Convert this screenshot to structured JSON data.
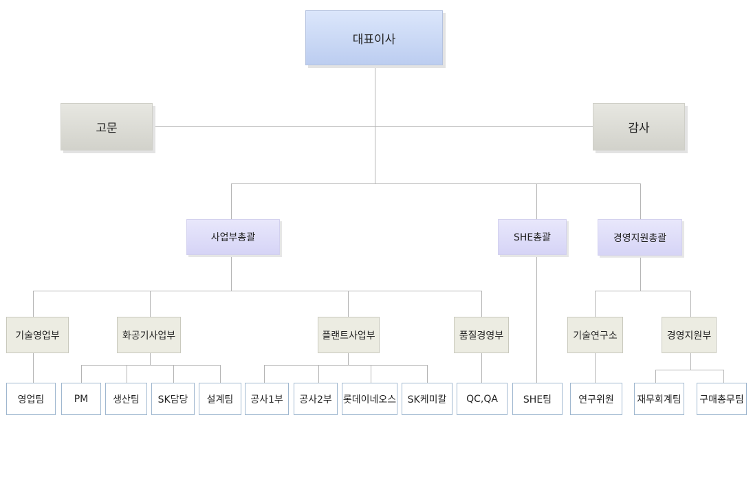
{
  "org": {
    "ceo": "대표이사",
    "advisor": "고문",
    "auditor": "감사",
    "divisions": {
      "business": "사업부총괄",
      "she": "SHE총괄",
      "management": "경영지원총괄"
    },
    "departments": {
      "tech_sales": "기술영업부",
      "hwagong": "화공기사업부",
      "plant": "플랜트사업부",
      "quality": "품질경영부",
      "research": "기술연구소",
      "mgmt_support": "경영지원부"
    },
    "teams": {
      "sales_team": "영업팀",
      "pm": "PM",
      "production": "생산팀",
      "sk_dangdang": "SK담당",
      "design": "설계팀",
      "construction1": "공사1부",
      "construction2": "공사2부",
      "lotte": "롯데이네오스",
      "sk_chemical": "SK케미칼",
      "qcqa": "QC,QA",
      "she_team": "SHE팀",
      "researcher": "연구위원",
      "finance": "재무회계팀",
      "purchasing": "구매총무팀"
    }
  },
  "colors": {
    "line": "#b4b4b4",
    "ceo_fill": "#c8d6f5",
    "grey_fill": "#dcdcd5",
    "division_fill": "#dedcf8",
    "dept_fill": "#ecece2",
    "team_border": "#9fb7cf"
  }
}
